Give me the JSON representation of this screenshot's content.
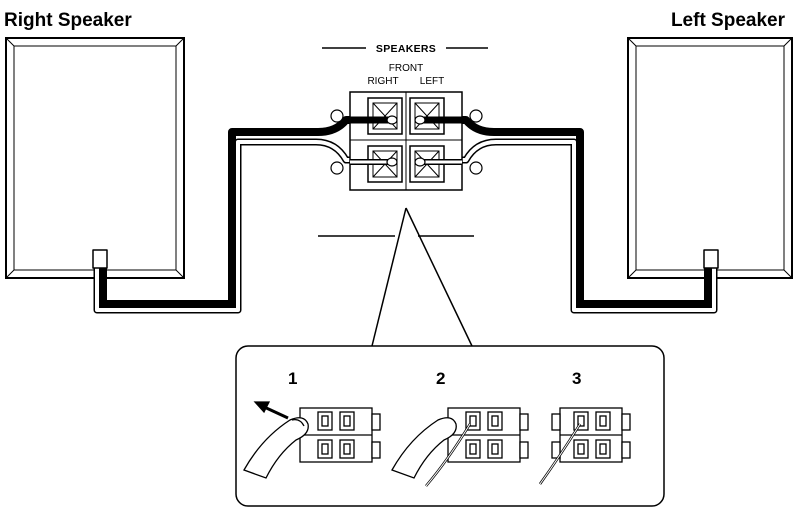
{
  "labels": {
    "right_speaker": "Right Speaker",
    "left_speaker": "Left Speaker"
  },
  "terminal_panel": {
    "title": "SPEAKERS",
    "subtitle": "FRONT",
    "right": "RIGHT",
    "left": "LEFT"
  },
  "steps": [
    "1",
    "2",
    "3"
  ],
  "colors": {
    "line": "#000000",
    "background": "#ffffff"
  }
}
